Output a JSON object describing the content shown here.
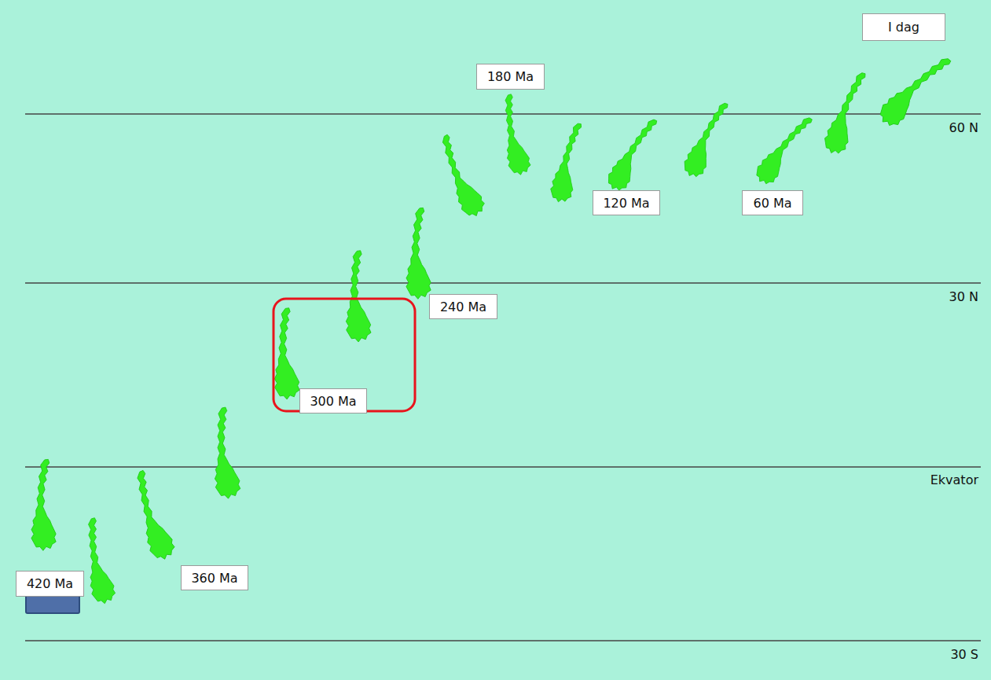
{
  "diagram": {
    "nodes": [
      {
        "text": [
          "I dag"
        ]
      },
      {
        "text": [
          "180 Ma"
        ]
      },
      {
        "text": [
          "120 Ma"
        ]
      },
      {
        "text": [
          "60 Ma"
        ]
      },
      {
        "text": [
          "240 Ma"
        ]
      },
      {
        "text": [
          "300 Ma"
        ]
      },
      {
        "text": [
          "360 Ma"
        ]
      },
      {
        "text": [
          "420 Ma"
        ]
      }
    ],
    "labels": [
      "60 N",
      "30 N",
      "Ekvator",
      "30 S"
    ]
  }
}
